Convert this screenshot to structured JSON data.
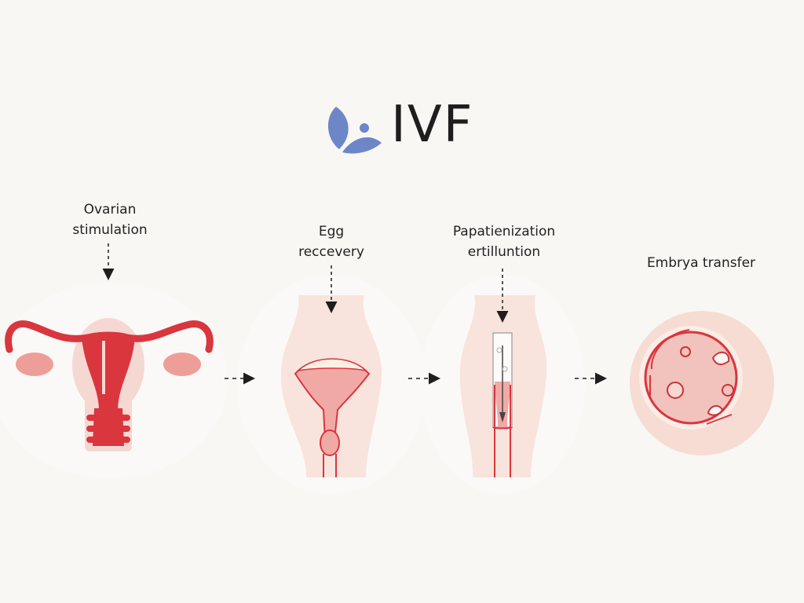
{
  "title": "IVF",
  "steps": [
    {
      "label_line1": "Ovarian",
      "label_line2": "stimulation"
    },
    {
      "label_line1": "Egg",
      "label_line2": "reccevery"
    },
    {
      "label_line1": "Papatienization",
      "label_line2": "ertilluntion"
    },
    {
      "label_line1": "Embrya transfer",
      "label_line2": ""
    }
  ],
  "colors": {
    "logo": "#6d86c7",
    "uterus_red": "#d9363e",
    "ovary_pink": "#ee9e98",
    "tissue_pink": "#f6dcd2",
    "tissue_light": "#f8e4dc",
    "arrow": "#1e1e1e"
  },
  "icons": [
    "leaf-logo-icon",
    "uterus-icon",
    "egg-retrieval-icon",
    "fertilization-icon",
    "embryo-dish-icon"
  ]
}
